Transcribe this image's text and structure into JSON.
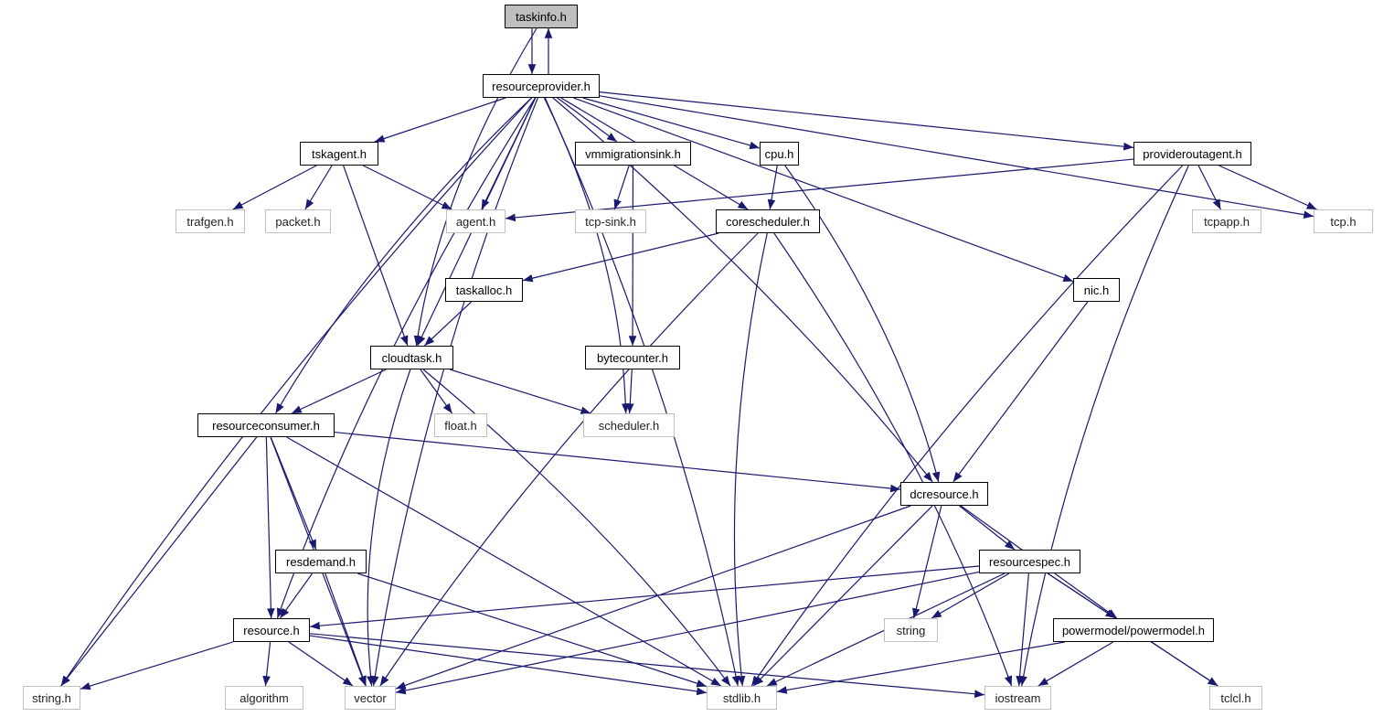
{
  "graph": {
    "edge_color": "#191970",
    "root_fill": "#bfbfbf",
    "external_border": "#bfbfbf",
    "nodes": [
      {
        "id": "taskinfo",
        "label": "taskinfo.h",
        "kind": "root"
      },
      {
        "id": "resourceprovider",
        "label": "resourceprovider.h",
        "kind": "linked"
      },
      {
        "id": "tskagent",
        "label": "tskagent.h",
        "kind": "linked"
      },
      {
        "id": "vmmigrationsink",
        "label": "vmmigrationsink.h",
        "kind": "linked"
      },
      {
        "id": "cpu",
        "label": "cpu.h",
        "kind": "linked"
      },
      {
        "id": "provideroutagent",
        "label": "provideroutagent.h",
        "kind": "linked"
      },
      {
        "id": "trafgen",
        "label": "trafgen.h",
        "kind": "external"
      },
      {
        "id": "packet",
        "label": "packet.h",
        "kind": "external"
      },
      {
        "id": "agent",
        "label": "agent.h",
        "kind": "external"
      },
      {
        "id": "tcpsink",
        "label": "tcp-sink.h",
        "kind": "external"
      },
      {
        "id": "corescheduler",
        "label": "corescheduler.h",
        "kind": "linked"
      },
      {
        "id": "tcpapp",
        "label": "tcpapp.h",
        "kind": "external"
      },
      {
        "id": "tcp",
        "label": "tcp.h",
        "kind": "external"
      },
      {
        "id": "taskalloc",
        "label": "taskalloc.h",
        "kind": "linked"
      },
      {
        "id": "nic",
        "label": "nic.h",
        "kind": "linked"
      },
      {
        "id": "cloudtask",
        "label": "cloudtask.h",
        "kind": "linked"
      },
      {
        "id": "bytecounter",
        "label": "bytecounter.h",
        "kind": "linked"
      },
      {
        "id": "resourceconsumer",
        "label": "resourceconsumer.h",
        "kind": "linked"
      },
      {
        "id": "float",
        "label": "float.h",
        "kind": "external"
      },
      {
        "id": "scheduler",
        "label": "scheduler.h",
        "kind": "external"
      },
      {
        "id": "dcresource",
        "label": "dcresource.h",
        "kind": "linked"
      },
      {
        "id": "resdemand",
        "label": "resdemand.h",
        "kind": "linked"
      },
      {
        "id": "resourcespec",
        "label": "resourcespec.h",
        "kind": "linked"
      },
      {
        "id": "resource",
        "label": "resource.h",
        "kind": "linked"
      },
      {
        "id": "string",
        "label": "string",
        "kind": "external"
      },
      {
        "id": "powermodel",
        "label": "powermodel/powermodel.h",
        "kind": "linked"
      },
      {
        "id": "stringh",
        "label": "string.h",
        "kind": "external"
      },
      {
        "id": "algorithm",
        "label": "algorithm",
        "kind": "external"
      },
      {
        "id": "vector",
        "label": "vector",
        "kind": "external"
      },
      {
        "id": "stdlib",
        "label": "stdlib.h",
        "kind": "external"
      },
      {
        "id": "iostream",
        "label": "iostream",
        "kind": "external"
      },
      {
        "id": "tclcl",
        "label": "tclcl.h",
        "kind": "external"
      }
    ],
    "edges": [
      [
        "taskinfo",
        "resourceprovider"
      ],
      [
        "resourceprovider",
        "taskinfo"
      ],
      [
        "taskinfo",
        "cloudtask"
      ],
      [
        "resourceprovider",
        "stringh"
      ],
      [
        "resourceprovider",
        "vector"
      ],
      [
        "resourceprovider",
        "resource"
      ],
      [
        "resourceprovider",
        "resourceconsumer"
      ],
      [
        "resourceprovider",
        "cloudtask"
      ],
      [
        "resourceprovider",
        "tskagent"
      ],
      [
        "resourceprovider",
        "agent"
      ],
      [
        "resourceprovider",
        "scheduler"
      ],
      [
        "resourceprovider",
        "corescheduler"
      ],
      [
        "resourceprovider",
        "vmmigrationsink"
      ],
      [
        "resourceprovider",
        "cpu"
      ],
      [
        "resourceprovider",
        "stdlib"
      ],
      [
        "resourceprovider",
        "dcresource"
      ],
      [
        "resourceprovider",
        "provideroutagent"
      ],
      [
        "resourceprovider",
        "tcp"
      ],
      [
        "resourceprovider",
        "nic"
      ],
      [
        "tskagent",
        "trafgen"
      ],
      [
        "tskagent",
        "packet"
      ],
      [
        "tskagent",
        "agent"
      ],
      [
        "tskagent",
        "cloudtask"
      ],
      [
        "vmmigrationsink",
        "tcpsink"
      ],
      [
        "vmmigrationsink",
        "bytecounter"
      ],
      [
        "cpu",
        "corescheduler"
      ],
      [
        "cpu",
        "dcresource"
      ],
      [
        "provideroutagent",
        "agent"
      ],
      [
        "provideroutagent",
        "tcpapp"
      ],
      [
        "provideroutagent",
        "tcp"
      ],
      [
        "provideroutagent",
        "stdlib"
      ],
      [
        "provideroutagent",
        "iostream"
      ],
      [
        "corescheduler",
        "taskalloc"
      ],
      [
        "corescheduler",
        "vector"
      ],
      [
        "corescheduler",
        "stdlib"
      ],
      [
        "corescheduler",
        "iostream"
      ],
      [
        "taskalloc",
        "cloudtask"
      ],
      [
        "nic",
        "dcresource"
      ],
      [
        "cloudtask",
        "resourceconsumer"
      ],
      [
        "cloudtask",
        "float"
      ],
      [
        "cloudtask",
        "scheduler"
      ],
      [
        "cloudtask",
        "vector"
      ],
      [
        "cloudtask",
        "stdlib"
      ],
      [
        "bytecounter",
        "scheduler"
      ],
      [
        "resourceconsumer",
        "dcresource"
      ],
      [
        "resourceconsumer",
        "stringh"
      ],
      [
        "resourceconsumer",
        "vector"
      ],
      [
        "resourceconsumer",
        "resource"
      ],
      [
        "resourceconsumer",
        "resdemand"
      ],
      [
        "resourceconsumer",
        "stdlib"
      ],
      [
        "dcresource",
        "vector"
      ],
      [
        "dcresource",
        "stdlib"
      ],
      [
        "dcresource",
        "string"
      ],
      [
        "dcresource",
        "resourcespec"
      ],
      [
        "dcresource",
        "powermodel"
      ],
      [
        "resdemand",
        "resource"
      ],
      [
        "resdemand",
        "vector"
      ],
      [
        "resdemand",
        "stdlib"
      ],
      [
        "resourcespec",
        "resource"
      ],
      [
        "resourcespec",
        "vector"
      ],
      [
        "resourcespec",
        "string"
      ],
      [
        "resourcespec",
        "stdlib"
      ],
      [
        "resourcespec",
        "iostream"
      ],
      [
        "resourcespec",
        "powermodel"
      ],
      [
        "resourcespec",
        "tclcl"
      ],
      [
        "resource",
        "stringh"
      ],
      [
        "resource",
        "algorithm"
      ],
      [
        "resource",
        "vector"
      ],
      [
        "resource",
        "stdlib"
      ],
      [
        "resource",
        "iostream"
      ],
      [
        "powermodel",
        "stdlib"
      ],
      [
        "powermodel",
        "iostream"
      ],
      [
        "powermodel",
        "tclcl"
      ]
    ]
  }
}
